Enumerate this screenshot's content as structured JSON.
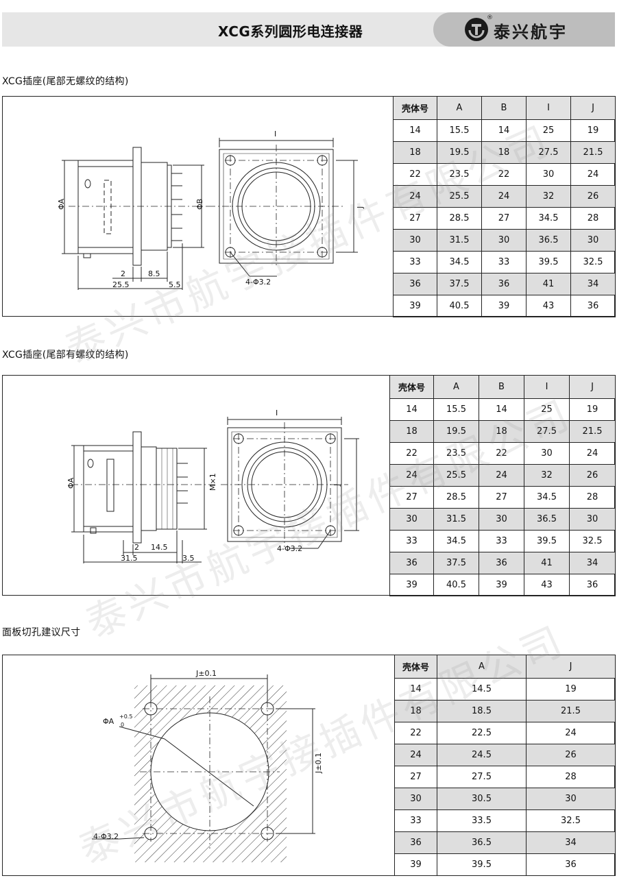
{
  "header": {
    "title": "XCG系列圆形电连接器",
    "brand": "泰兴航宇",
    "brand_mark": "®"
  },
  "sections": [
    {
      "title": "XCG插座(尾部无螺纹的结构)",
      "table": {
        "columns": [
          "壳体号",
          "A",
          "B",
          "I",
          "J"
        ],
        "rows": [
          [
            "14",
            "15.5",
            "14",
            "25",
            "19"
          ],
          [
            "18",
            "19.5",
            "18",
            "27.5",
            "21.5"
          ],
          [
            "22",
            "23.5",
            "22",
            "30",
            "24"
          ],
          [
            "24",
            "25.5",
            "24",
            "32",
            "26"
          ],
          [
            "27",
            "28.5",
            "27",
            "34.5",
            "28"
          ],
          [
            "30",
            "31.5",
            "30",
            "36.5",
            "30"
          ],
          [
            "33",
            "34.5",
            "33",
            "39.5",
            "32.5"
          ],
          [
            "36",
            "37.5",
            "36",
            "41",
            "34"
          ],
          [
            "39",
            "40.5",
            "39",
            "43",
            "36"
          ]
        ]
      },
      "drawing_labels": {
        "phi_a": "ΦA",
        "phi_b": "ΦB",
        "dim_i": "I",
        "dim_j": "J",
        "d1": "2",
        "d2": "8.5",
        "d3": "25.5",
        "d4": "5.5",
        "holes": "4-Φ3.2"
      }
    },
    {
      "title": "XCG插座(尾部有螺纹的结构)",
      "table": {
        "columns": [
          "壳体号",
          "A",
          "B",
          "I",
          "J"
        ],
        "rows": [
          [
            "14",
            "15.5",
            "14",
            "25",
            "19"
          ],
          [
            "18",
            "19.5",
            "18",
            "27.5",
            "21.5"
          ],
          [
            "22",
            "23.5",
            "22",
            "30",
            "24"
          ],
          [
            "24",
            "25.5",
            "24",
            "32",
            "26"
          ],
          [
            "27",
            "28.5",
            "27",
            "34.5",
            "28"
          ],
          [
            "30",
            "31.5",
            "30",
            "36.5",
            "30"
          ],
          [
            "33",
            "34.5",
            "33",
            "39.5",
            "32.5"
          ],
          [
            "36",
            "37.5",
            "36",
            "41",
            "34"
          ],
          [
            "39",
            "40.5",
            "39",
            "43",
            "36"
          ]
        ]
      },
      "drawing_labels": {
        "phi_a": "ΦA",
        "thread": "M×1",
        "dim_i": "I",
        "dim_j": "J",
        "d1": "2",
        "d2": "14.5",
        "d3": "31.5",
        "d4": "3.5",
        "holes": "4-Φ3.2"
      }
    },
    {
      "title": "面板切孔建议尺寸",
      "table": {
        "columns": [
          "壳体号",
          "A",
          "J"
        ],
        "rows": [
          [
            "14",
            "14.5",
            "19"
          ],
          [
            "18",
            "18.5",
            "21.5"
          ],
          [
            "22",
            "22.5",
            "24"
          ],
          [
            "24",
            "24.5",
            "26"
          ],
          [
            "27",
            "27.5",
            "28"
          ],
          [
            "30",
            "30.5",
            "30"
          ],
          [
            "33",
            "33.5",
            "32.5"
          ],
          [
            "36",
            "36.5",
            "34"
          ],
          [
            "39",
            "39.5",
            "36"
          ]
        ]
      },
      "drawing_labels": {
        "j_top": "J±0.1",
        "j_side": "J±0.1",
        "phi_a": "ΦA",
        "tol_plus": "+0.5",
        "tol_zero": "0",
        "holes": "4-Φ3.2"
      }
    }
  ],
  "watermark": "泰兴市航宇接插件有限公司"
}
